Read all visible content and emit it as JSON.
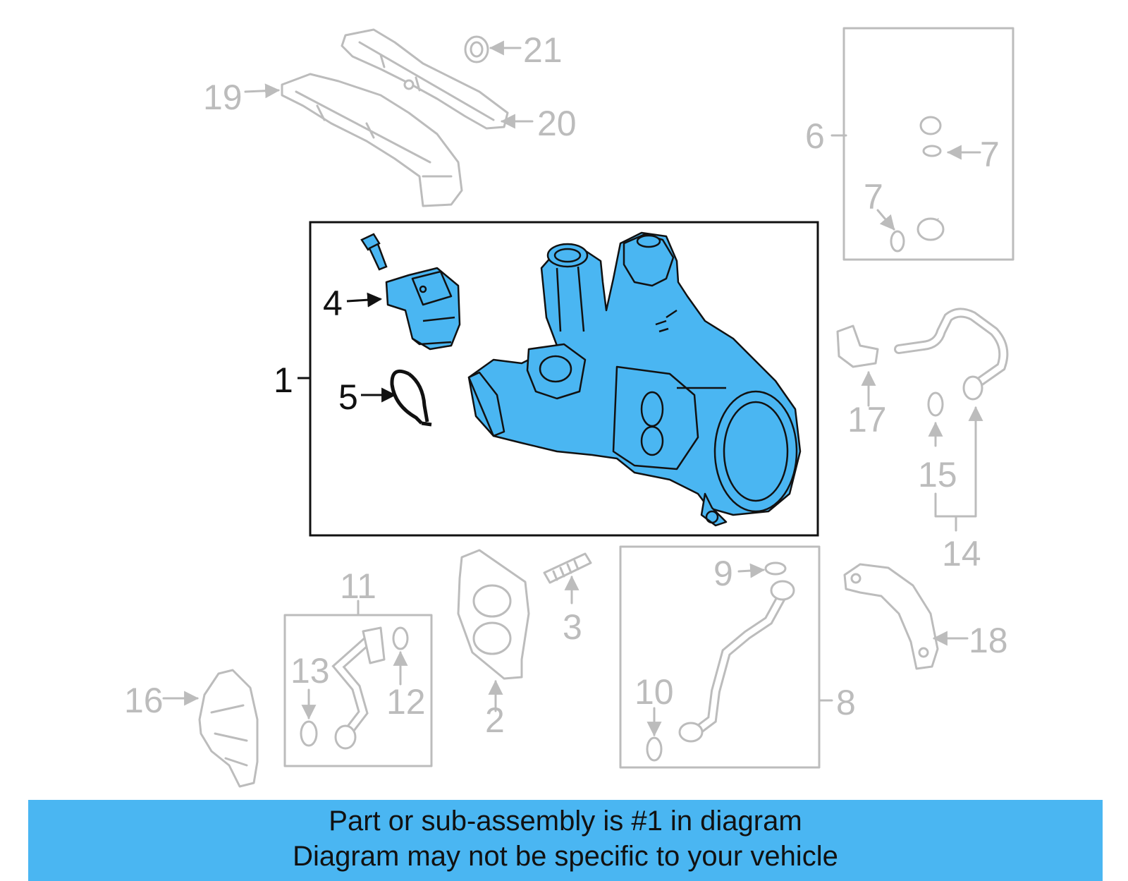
{
  "colors": {
    "highlight": "#4ab6f2",
    "faded": "#bcbcbc",
    "ink": "#111111",
    "background": "#ffffff"
  },
  "callouts": {
    "c1": "1",
    "c2": "2",
    "c3": "3",
    "c4": "4",
    "c5": "5",
    "c6": "6",
    "c7a": "7",
    "c7b": "7",
    "c8": "8",
    "c9": "9",
    "c10": "10",
    "c11": "11",
    "c12": "12",
    "c13": "13",
    "c14": "14",
    "c15": "15",
    "c16": "16",
    "c17": "17",
    "c18": "18",
    "c19": "19",
    "c20": "20",
    "c21": "21"
  },
  "banner": {
    "line1": "Part or sub-assembly is #1 in diagram",
    "line2": "Diagram may not be specific to your vehicle"
  }
}
